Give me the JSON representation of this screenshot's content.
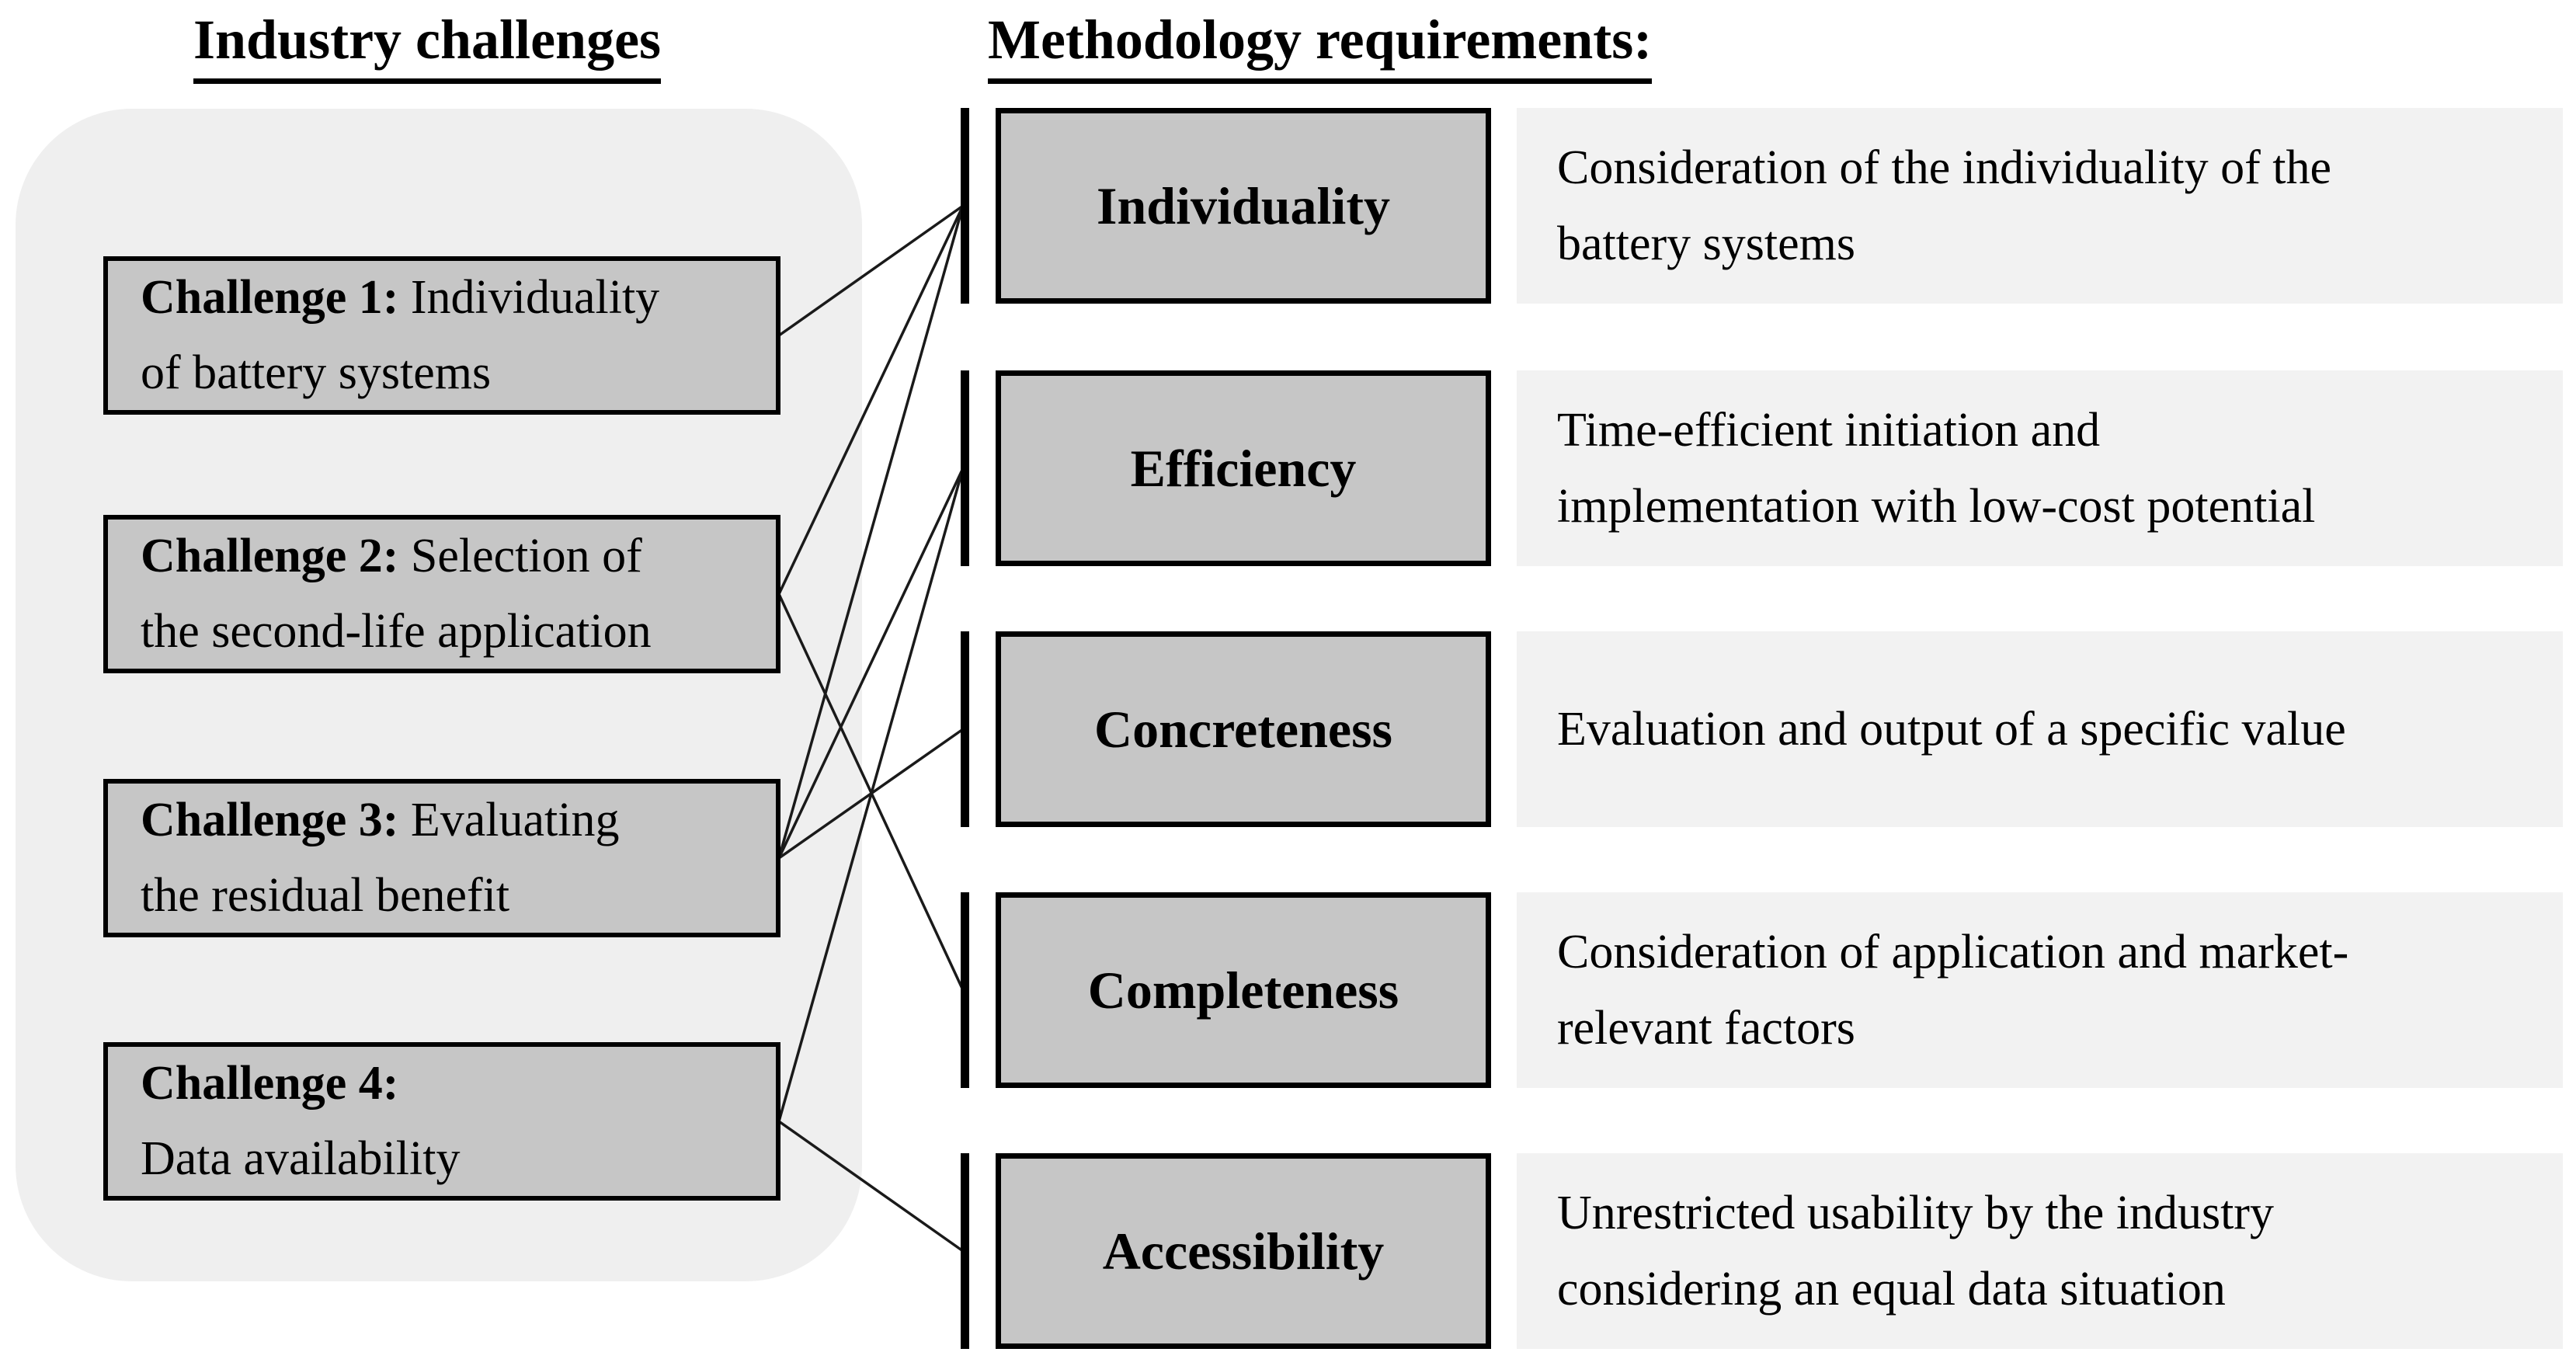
{
  "left_section": {
    "title": "Industry challenges",
    "challenges": [
      {
        "bold": "Challenge 1:",
        "rest": " Individuality",
        "line2": "of battery systems"
      },
      {
        "bold": "Challenge 2:",
        "rest": " Selection of",
        "line2": "the second-life application"
      },
      {
        "bold": "Challenge 3:",
        "rest": " Evaluating",
        "line2": "the residual benefit"
      },
      {
        "bold": "Challenge 4:",
        "rest": "",
        "line2": "Data availability"
      }
    ]
  },
  "right_section": {
    "title": "Methodology requirements:",
    "requirements": [
      {
        "label": "Individuality",
        "description_line1": "Consideration of the individuality of the",
        "description_line2": "battery systems"
      },
      {
        "label": "Efficiency",
        "description_line1": "Time-efficient initiation and",
        "description_line2": "implementation with low-cost potential"
      },
      {
        "label": "Concreteness",
        "description_line1": "Evaluation and output of a specific value",
        "description_line2": ""
      },
      {
        "label": "Completeness",
        "description_line1": "Consideration of application and market-",
        "description_line2": "relevant factors"
      },
      {
        "label": "Accessibility",
        "description_line1": "Unrestricted usability by the industry",
        "description_line2": "considering an equal data situation"
      }
    ]
  },
  "connections": [
    {
      "from_challenge": 1,
      "to_requirement": "Individuality"
    },
    {
      "from_challenge": 2,
      "to_requirement": "Individuality"
    },
    {
      "from_challenge": 3,
      "to_requirement": "Individuality"
    },
    {
      "from_challenge": 3,
      "to_requirement": "Efficiency"
    },
    {
      "from_challenge": 4,
      "to_requirement": "Efficiency"
    },
    {
      "from_challenge": 3,
      "to_requirement": "Concreteness"
    },
    {
      "from_challenge": 2,
      "to_requirement": "Completeness"
    },
    {
      "from_challenge": 4,
      "to_requirement": "Accessibility"
    }
  ],
  "colors": {
    "box_fill": "#c6c6c6",
    "panel_fill": "#efefef",
    "description_fill": "#f2f2f2",
    "line_color": "#1a1a1a",
    "text_color": "#000000"
  }
}
